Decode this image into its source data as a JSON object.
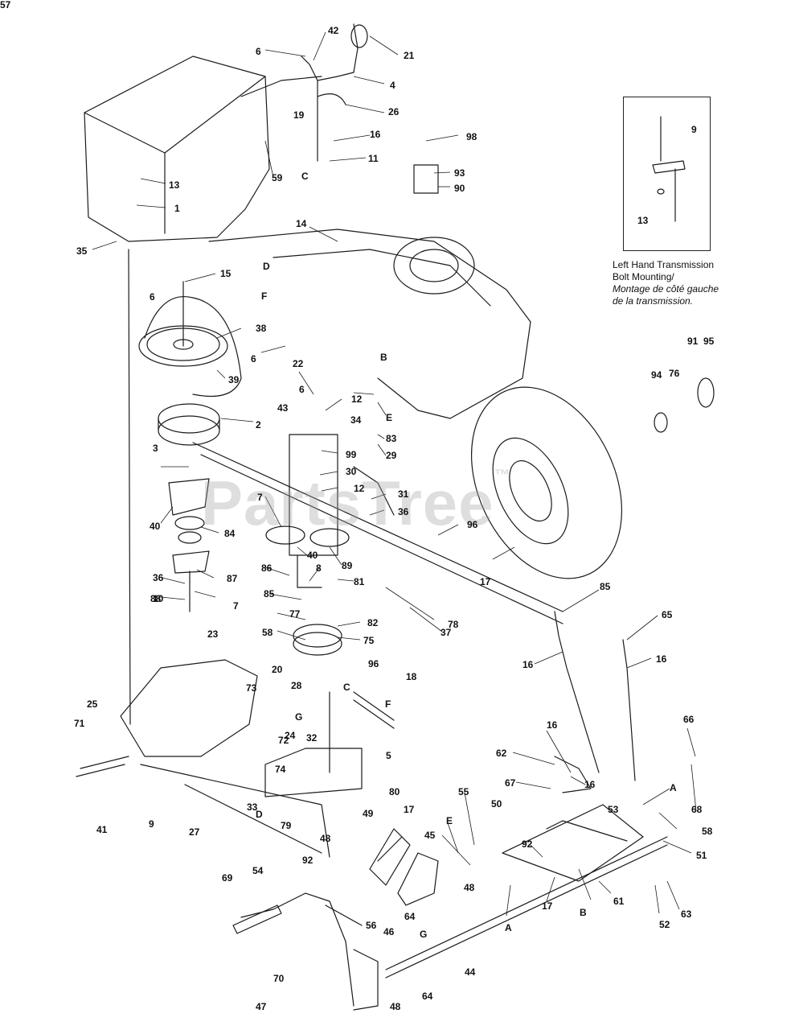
{
  "inset": {
    "caption_line1": "Left Hand Transmission",
    "caption_line2": "Bolt Mounting/",
    "caption_line3": "Montage de côté gauche",
    "caption_line4": "de la transmission.",
    "labels": [
      "9",
      "13"
    ]
  },
  "watermark": {
    "text": "PartsTree",
    "mark": "™"
  },
  "callouts": [
    "42",
    "6",
    "21",
    "4",
    "26",
    "19",
    "16",
    "11",
    "C",
    "98",
    "93",
    "90",
    "13",
    "1",
    "59",
    "14",
    "D",
    "35",
    "6",
    "15",
    "38",
    "F",
    "6",
    "39",
    "22",
    "B",
    "6",
    "12",
    "43",
    "34",
    "E",
    "2",
    "83",
    "3",
    "99",
    "29",
    "30",
    "12",
    "31",
    "36",
    "7",
    "40",
    "84",
    "89",
    "40",
    "96",
    "36",
    "87",
    "88",
    "86",
    "8",
    "81",
    "10",
    "85",
    "77",
    "58",
    "82",
    "75",
    "78",
    "37",
    "7",
    "23",
    "20",
    "96",
    "73",
    "18",
    "28",
    "C",
    "F",
    "G",
    "25",
    "71",
    "24",
    "32",
    "5",
    "72",
    "74",
    "80",
    "41",
    "9",
    "27",
    "33",
    "D",
    "49",
    "79",
    "48",
    "17",
    "55",
    "50",
    "E",
    "45",
    "92",
    "92",
    "54",
    "69",
    "56",
    "46",
    "48",
    "G",
    "64",
    "A",
    "17",
    "B",
    "61",
    "70",
    "47",
    "48",
    "64",
    "44",
    "17",
    "95",
    "94",
    "76",
    "91",
    "85",
    "16",
    "65",
    "16",
    "66",
    "16",
    "62",
    "67",
    "16",
    "53",
    "A",
    "68",
    "58",
    "51",
    "52",
    "63",
    "57"
  ],
  "colors": {
    "line": "#1a1a1a",
    "background": "#ffffff",
    "watermark": "#a0a0a0"
  }
}
